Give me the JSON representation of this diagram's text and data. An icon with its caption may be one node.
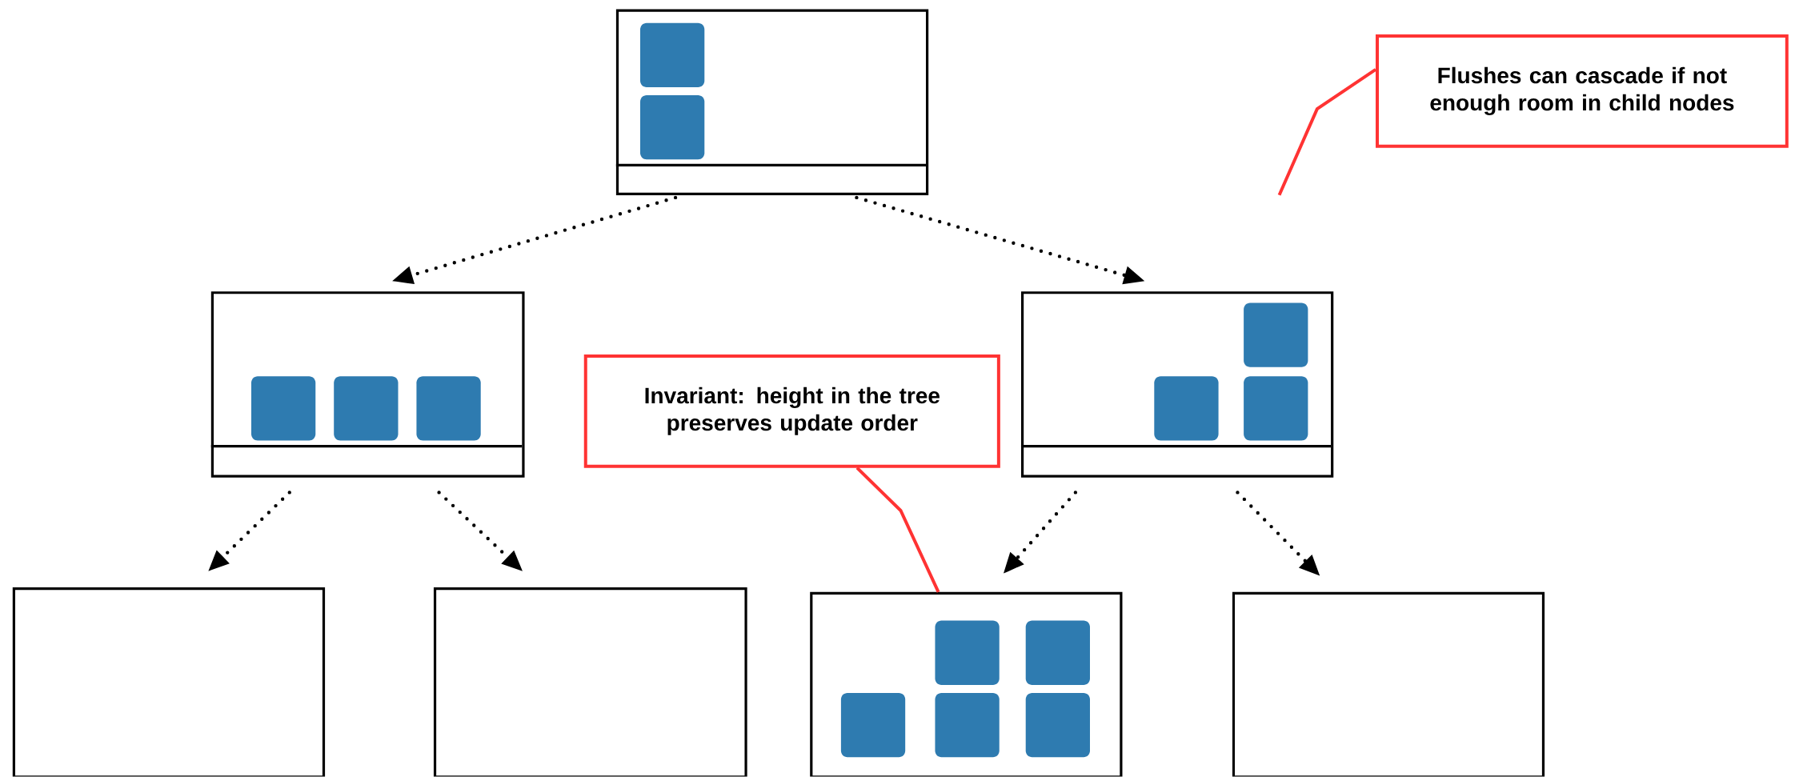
{
  "diagram": {
    "nodes": [
      {
        "text": [],
        "shape": "box"
      },
      {
        "text": [
          "Flushes can cascade if not enough room in child nodes"
        ]
      },
      {
        "text": [],
        "shape": "box"
      },
      {
        "text": [
          "Invariant: height in the tree preserves update order"
        ]
      },
      {
        "text": [],
        "shape": "box"
      },
      {
        "text": [],
        "shape": "box"
      },
      {
        "text": [],
        "shape": "box"
      },
      {
        "text": [],
        "shape": "box"
      },
      {
        "text": [],
        "shape": "box"
      }
    ],
    "edges": [
      {
        "from": 0,
        "to": 2,
        "arrow": "to",
        "style": "dashed"
      },
      {
        "from": 0,
        "to": 4,
        "arrow": "to",
        "style": "dashed"
      },
      {
        "from": 2,
        "to": 5,
        "arrow": "to",
        "style": "dashed"
      },
      {
        "from": 2,
        "to": 6,
        "arrow": "to",
        "style": "dashed"
      },
      {
        "from": 4,
        "to": 7,
        "arrow": "to",
        "style": "dashed"
      },
      {
        "from": 4,
        "to": 8,
        "arrow": "to",
        "style": "dashed"
      },
      {
        "from": 3,
        "to": 7,
        "arrow": "none",
        "color": "#ff3333"
      },
      {
        "from": 1,
        "to": null,
        "arrow": "none",
        "color": "#ff3333"
      }
    ]
  }
}
